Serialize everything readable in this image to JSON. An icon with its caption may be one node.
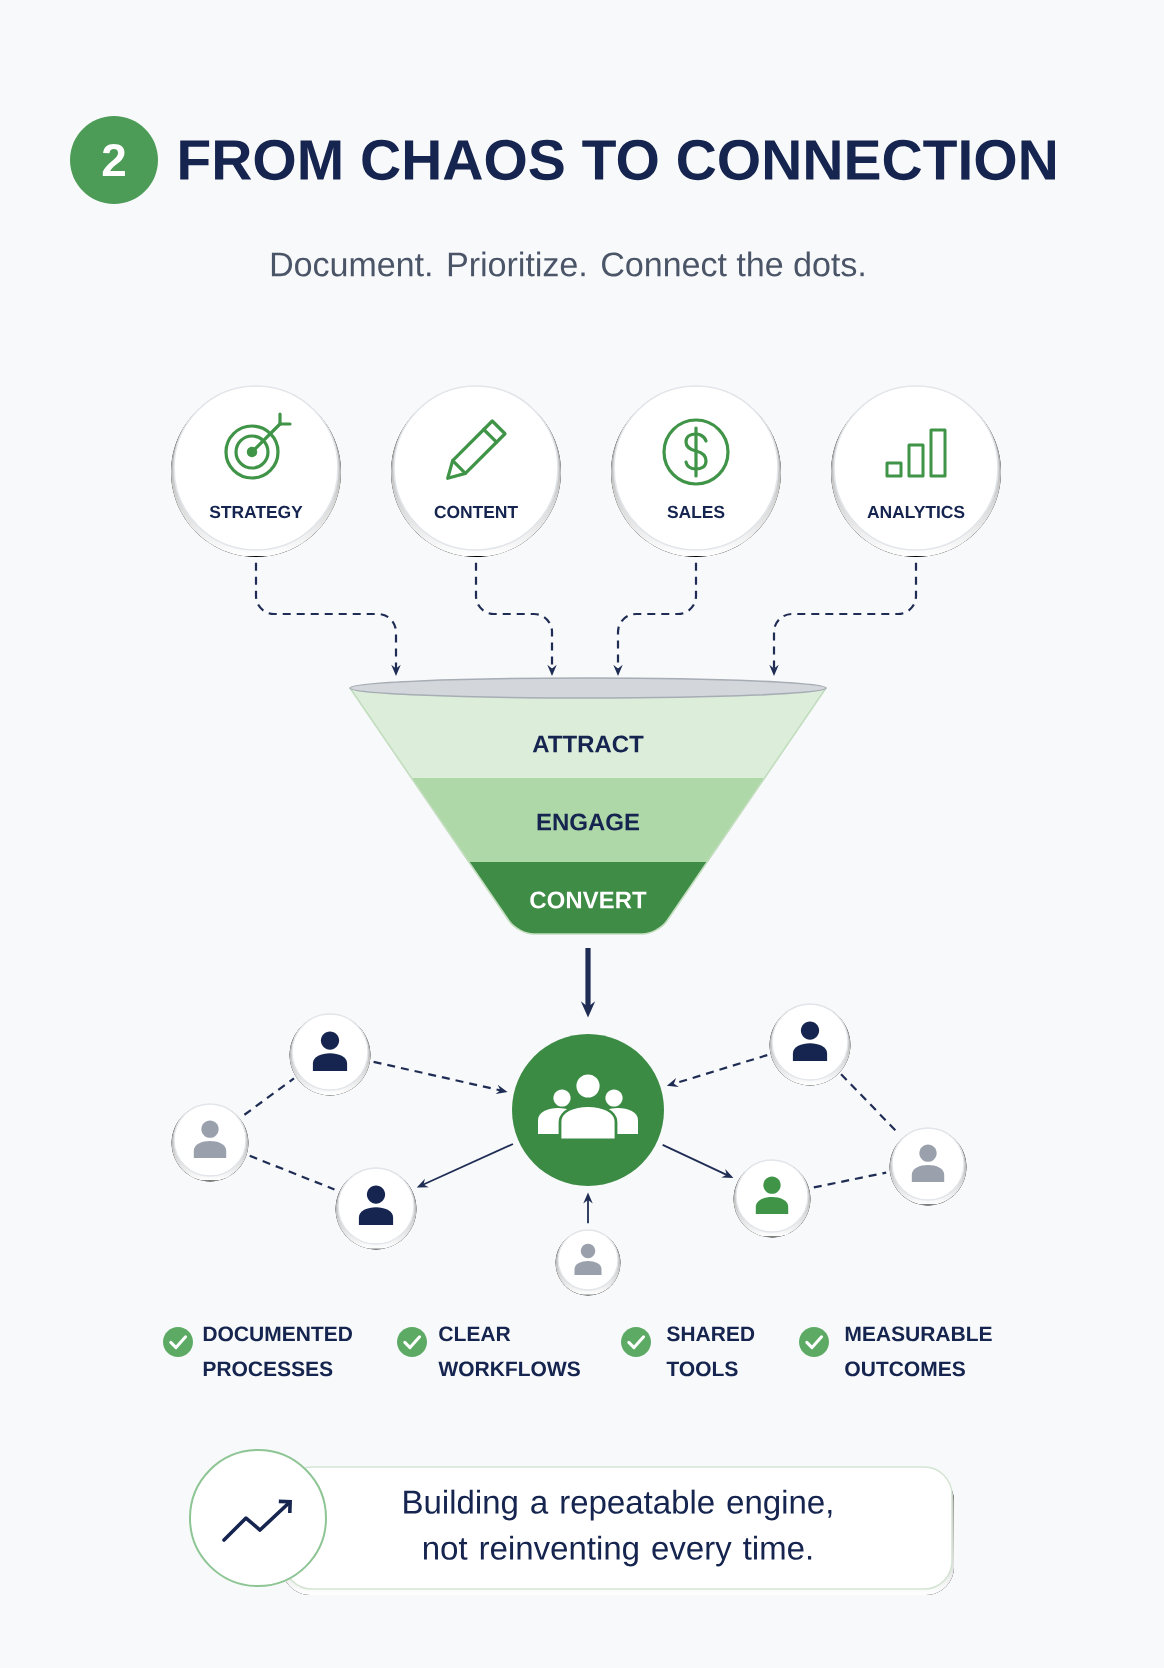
{
  "diagram": {
    "title": "FROM CHAOS TO CONNECTION",
    "nodes": [
      {
        "text": [
          "2"
        ]
      },
      {
        "text": [
          "STRATEGY"
        ]
      },
      {
        "text": [
          "CONTENT"
        ]
      },
      {
        "text": [
          "SALES"
        ]
      },
      {
        "text": [
          "ANALYTICS"
        ]
      },
      {
        "text": [],
        "shape": "funnel"
      },
      {
        "text": [
          "ATTRACT"
        ],
        "in": 5
      },
      {
        "text": [
          "ENGAGE"
        ],
        "in": 5
      },
      {
        "text": [
          "CONVERT"
        ],
        "in": 5
      },
      {
        "text": [],
        "shape": "circle"
      },
      {
        "text": [],
        "shape": "person"
      },
      {
        "text": [],
        "shape": "person"
      },
      {
        "text": [],
        "shape": "person"
      },
      {
        "text": [],
        "shape": "person"
      },
      {
        "text": [],
        "shape": "person"
      },
      {
        "text": [],
        "shape": "person"
      },
      {
        "text": [],
        "shape": "person"
      },
      {
        "text": [
          "Building a repeatable engine, not reinventing every time."
        ]
      }
    ],
    "edges": [
      {
        "from": 1,
        "to": 5,
        "arrow": "to",
        "style": "dashed"
      },
      {
        "from": 2,
        "to": 5,
        "arrow": "to",
        "style": "dashed"
      },
      {
        "from": 3,
        "to": 5,
        "arrow": "to",
        "style": "dashed"
      },
      {
        "from": 4,
        "to": 5,
        "arrow": "to",
        "style": "dashed"
      },
      {
        "from": 5,
        "to": 9,
        "arrow": "to",
        "style": "thick"
      },
      {
        "from": 10,
        "to": 9,
        "arrow": "to",
        "style": "dashed"
      },
      {
        "from": 11,
        "to": 10,
        "arrow": "none",
        "style": "dashed"
      },
      {
        "from": 11,
        "to": 12,
        "arrow": "none",
        "style": "dashed"
      },
      {
        "from": 9,
        "to": 12,
        "arrow": "to"
      },
      {
        "from": 13,
        "to": 9,
        "arrow": "to"
      },
      {
        "from": 14,
        "to": 9,
        "arrow": "to",
        "style": "dashed"
      },
      {
        "from": 14,
        "to": 16,
        "arrow": "none",
        "style": "dashed"
      },
      {
        "from": 9,
        "to": 15,
        "arrow": "to"
      },
      {
        "from": 15,
        "to": 16,
        "arrow": "none",
        "style": "dashed"
      }
    ],
    "labels": [
      "Document. Prioritize. Connect the dots.",
      "DOCUMENTED PROCESSES",
      "CLEAR WORKFLOWS",
      "SHARED TOOLS",
      "MEASURABLE OUTCOMES"
    ]
  }
}
